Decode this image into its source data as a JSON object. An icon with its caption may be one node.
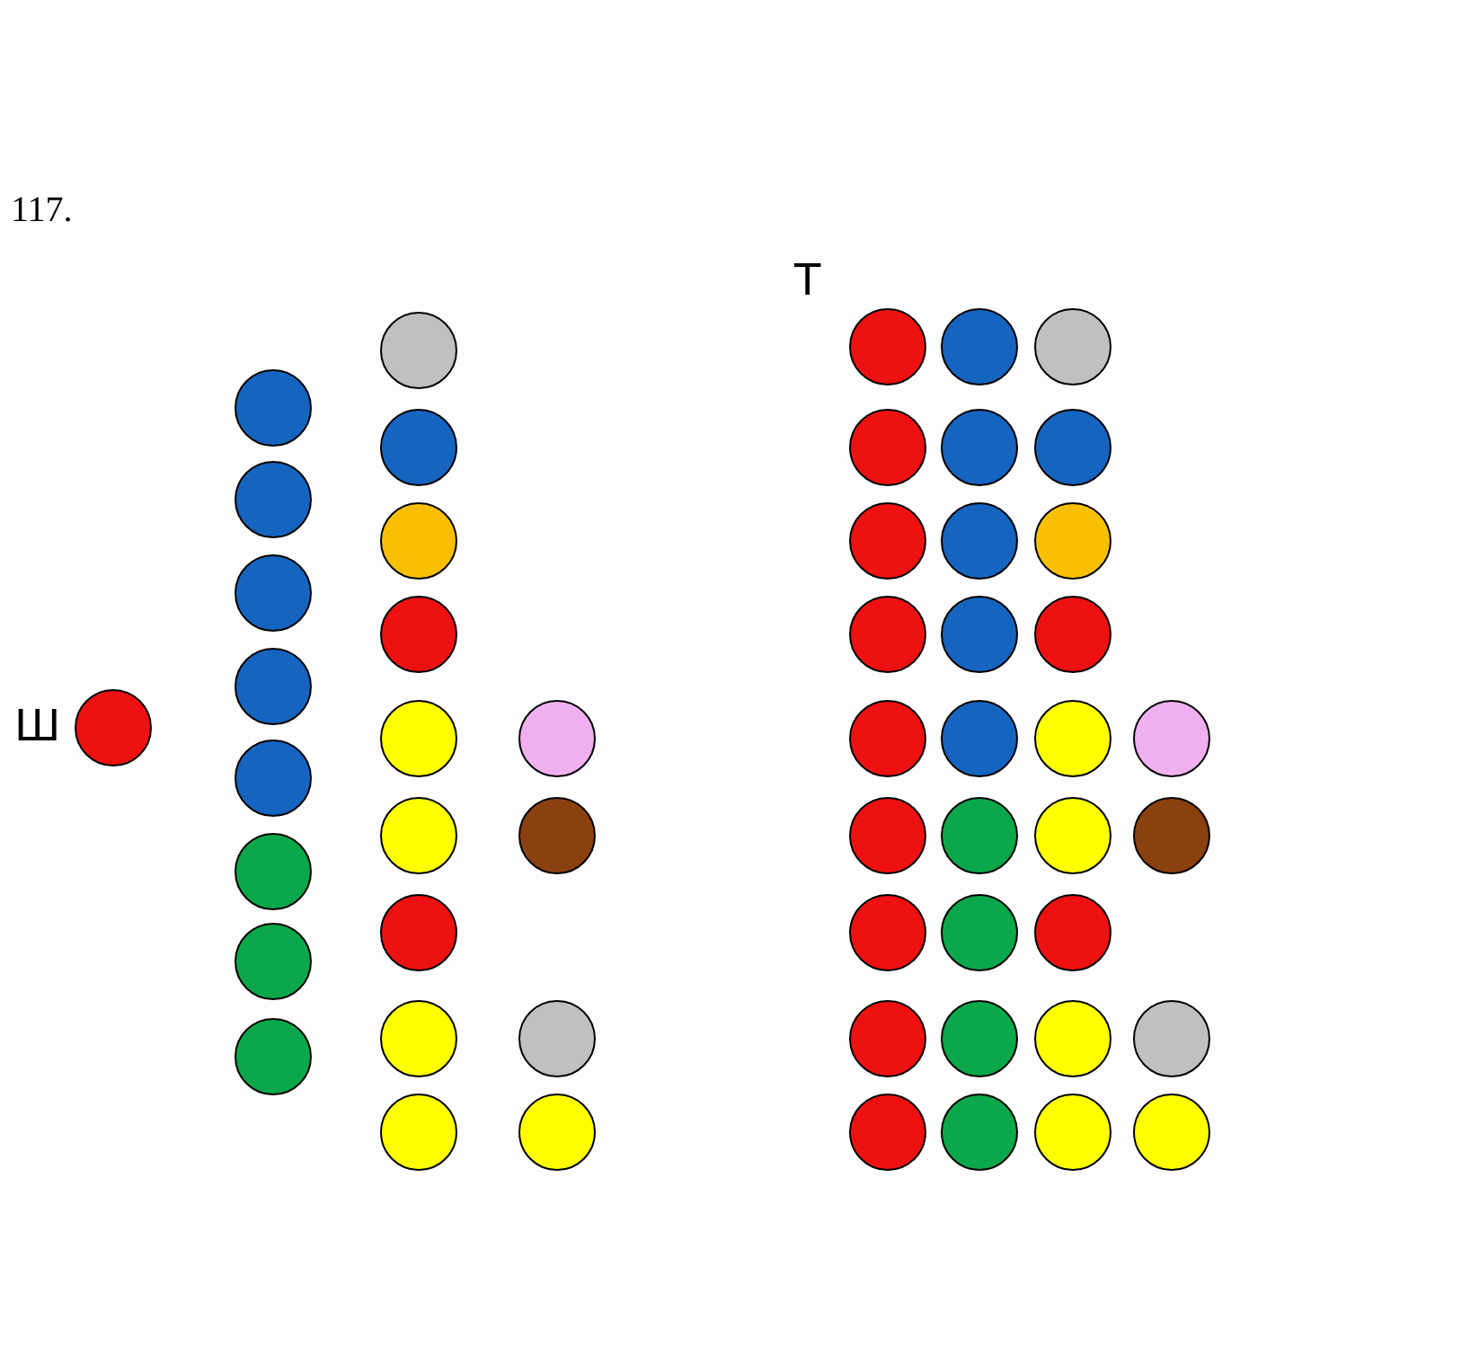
{
  "diagram": {
    "nodes": [
      {
        "text": [],
        "shape": "circle"
      },
      {
        "text": [],
        "shape": "circle"
      },
      {
        "text": [],
        "shape": "circle"
      },
      {
        "text": [],
        "shape": "circle"
      },
      {
        "text": [],
        "shape": "circle"
      },
      {
        "text": [],
        "shape": "circle"
      },
      {
        "text": [],
        "shape": "circle"
      },
      {
        "text": [],
        "shape": "circle"
      },
      {
        "text": [],
        "shape": "circle"
      },
      {
        "text": [],
        "shape": "circle"
      },
      {
        "text": [],
        "shape": "circle"
      },
      {
        "text": [],
        "shape": "circle"
      },
      {
        "text": [],
        "shape": "circle"
      },
      {
        "text": [],
        "shape": "circle"
      },
      {
        "text": [],
        "shape": "circle"
      },
      {
        "text": [],
        "shape": "circle"
      },
      {
        "text": [],
        "shape": "circle"
      },
      {
        "text": [],
        "shape": "circle"
      },
      {
        "text": [],
        "shape": "circle"
      },
      {
        "text": [],
        "shape": "circle"
      },
      {
        "text": [],
        "shape": "circle"
      },
      {
        "text": [],
        "shape": "circle"
      },
      {
        "text": [],
        "shape": "circle"
      },
      {
        "text": [],
        "shape": "circle"
      },
      {
        "text": [],
        "shape": "circle"
      },
      {
        "text": [],
        "shape": "circle"
      },
      {
        "text": [],
        "shape": "circle"
      },
      {
        "text": [],
        "shape": "circle"
      },
      {
        "text": [],
        "shape": "circle"
      },
      {
        "text": [],
        "shape": "circle"
      },
      {
        "text": [],
        "shape": "circle"
      },
      {
        "text": [],
        "shape": "circle"
      },
      {
        "text": [],
        "shape": "circle"
      },
      {
        "text": [],
        "shape": "circle"
      },
      {
        "text": [],
        "shape": "circle"
      },
      {
        "text": [],
        "shape": "circle"
      },
      {
        "text": [],
        "shape": "circle"
      },
      {
        "text": [],
        "shape": "circle"
      },
      {
        "text": [],
        "shape": "circle"
      },
      {
        "text": [],
        "shape": "circle"
      },
      {
        "text": [],
        "shape": "circle"
      },
      {
        "text": [],
        "shape": "circle"
      },
      {
        "text": [],
        "shape": "circle"
      },
      {
        "text": [],
        "shape": "circle"
      },
      {
        "text": [],
        "shape": "circle"
      },
      {
        "text": [],
        "shape": "circle"
      },
      {
        "text": [],
        "shape": "circle"
      },
      {
        "text": [],
        "shape": "circle"
      },
      {
        "text": [],
        "shape": "circle"
      },
      {
        "text": [],
        "shape": "circle"
      },
      {
        "text": [],
        "shape": "circle"
      },
      {
        "text": [],
        "shape": "circle"
      },
      {
        "text": [],
        "shape": "circle"
      }
    ],
    "labels": [
      "117.",
      "Т",
      "Ш"
    ]
  }
}
